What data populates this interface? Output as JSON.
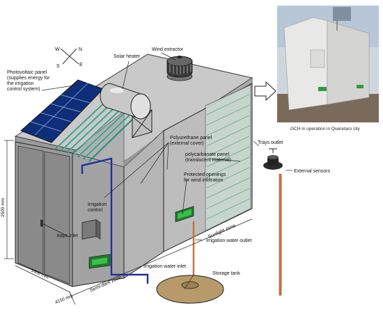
{
  "labels": {
    "compass_w": "W",
    "compass_n": "N",
    "compass_s": "S",
    "compass_e": "E",
    "pv_line1": "Photovoltaic panel",
    "pv_line2": "(supplies energy for",
    "pv_line3": "the irrigation",
    "pv_line4": "control system)",
    "solar_heater": "Solar heater",
    "wind_extractor": "Wind extractor",
    "polyurethane_line1": "Polyurethane panel",
    "polyurethane_line2": "(external cover)",
    "polycarbonate_line1": "polycarbonate panel",
    "polycarbonate_line2": "(translucent material)",
    "trays_outlet": "Trays outlet",
    "external_sensors": "External sensors",
    "irrigation_control_line1": "Irrigation",
    "irrigation_control_line2": "control",
    "protected_line1": "Protected openings",
    "protected_line2": "for wind infiltration",
    "trays_inlet": "trays inlet",
    "sunlight_zone": "Sunlight zone",
    "irrigation_water_outlet": "Irrigation water outlet",
    "storage_tank": "Storage tank",
    "irrigation_water_inlet": "Irrigation water inlet",
    "semi_dark_zone": "Semi-dark zone",
    "dim_height": "2500 mm",
    "dim_width": "1400 mm",
    "dim_length": "4150 mm",
    "photo_caption": "GCH in operation in Queretaro city"
  },
  "colors": {
    "panel_gray": "#8c8c8c",
    "panel_light": "#b5b5b5",
    "roof": "#c9c9c9",
    "solar_blue": "#1a3a8c",
    "tube_green": "#4fb89a",
    "pipe_blue": "#1e2f9e",
    "pipe_orange": "#c8703a",
    "vent_green": "#2faa3a",
    "tank": "#b89a6a"
  }
}
